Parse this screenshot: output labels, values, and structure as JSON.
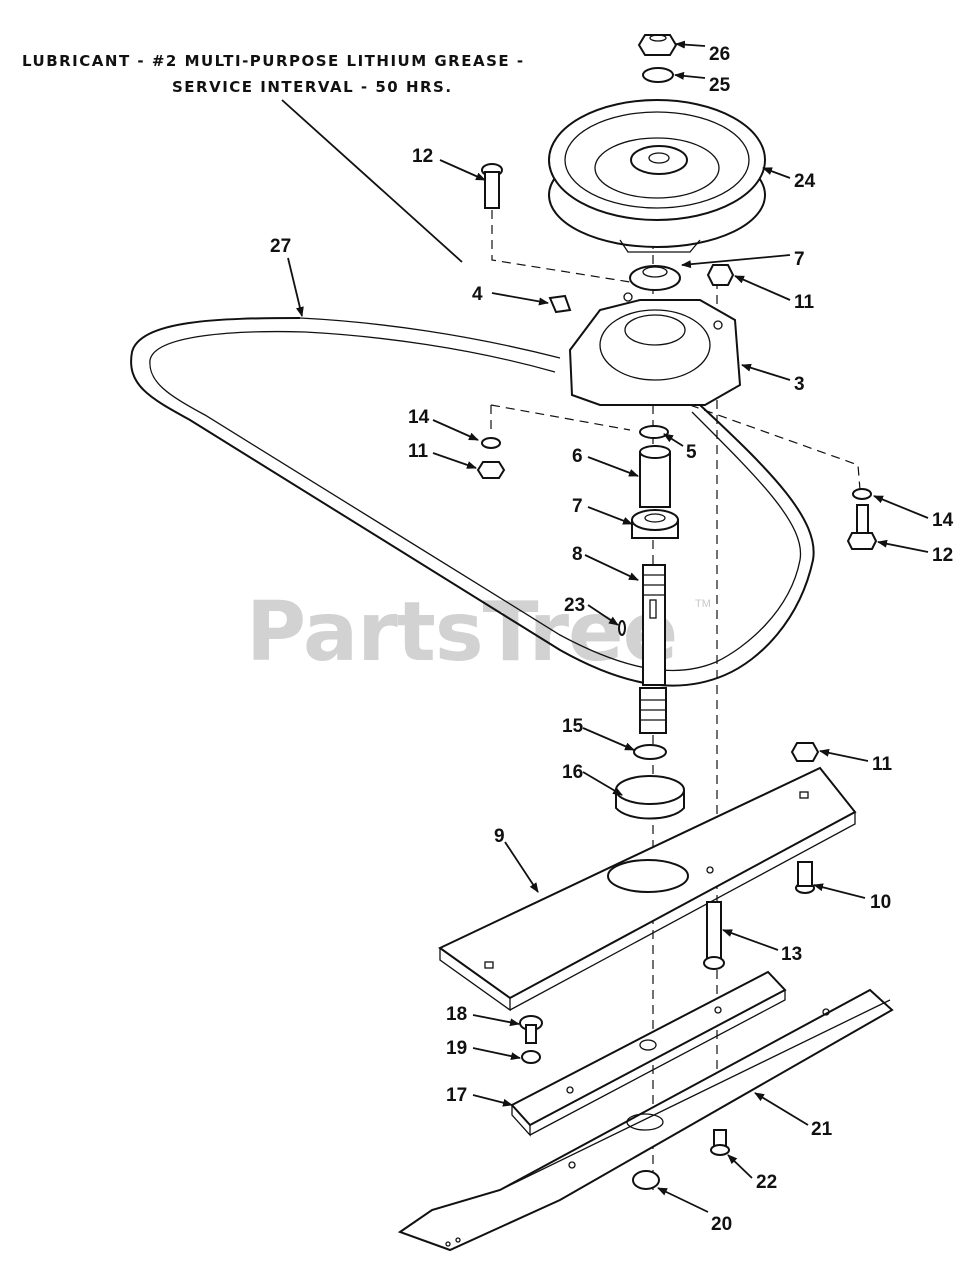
{
  "note": {
    "line1": "LUBRICANT - #2 MULTI-PURPOSE LITHIUM GREASE -",
    "line2": "SERVICE INTERVAL - 50 HRS."
  },
  "watermark": {
    "text": "PartsTree",
    "trademark": "TM"
  },
  "callouts": [
    "26",
    "25",
    "24",
    "12",
    "7",
    "4",
    "11",
    "3",
    "27",
    "14",
    "11",
    "5",
    "6",
    "7",
    "14",
    "12",
    "8",
    "23",
    "15",
    "11",
    "16",
    "9",
    "10",
    "13",
    "18",
    "19",
    "17",
    "21",
    "22",
    "20"
  ],
  "colors": {
    "ink": "#111111",
    "watermark": "#d2d2d2"
  }
}
